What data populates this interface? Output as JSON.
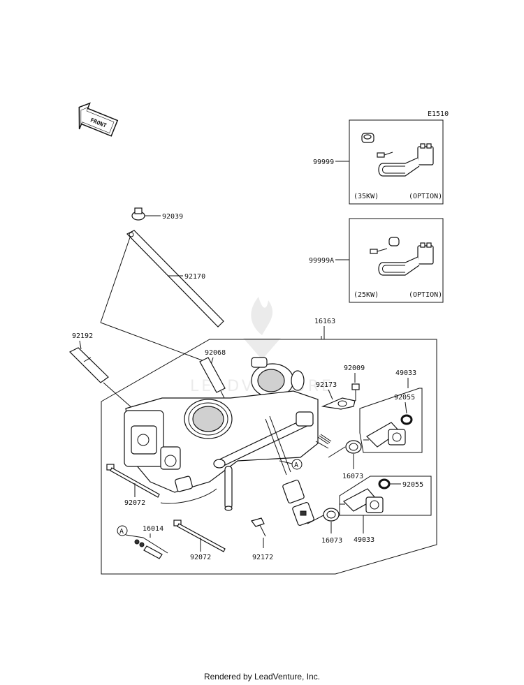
{
  "figure_code": "E1510",
  "front_label": "FRONT",
  "option_boxes": [
    {
      "part": "99999",
      "variant": "(35KW)",
      "note": "(OPTION)"
    },
    {
      "part": "99999A",
      "variant": "(25KW)",
      "note": "(OPTION)"
    }
  ],
  "callouts": {
    "c92039": "92039",
    "c92170": "92170",
    "c92192": "92192",
    "c92068": "92068",
    "c16163": "16163",
    "c92009": "92009",
    "c92173": "92173",
    "c49033_top": "49033",
    "c92055_top": "92055",
    "c16073_top": "16073",
    "c92055_bottom": "92055",
    "c16073_bottom": "16073",
    "c49033_bottom": "49033",
    "c92072_left": "92072",
    "c16014": "16014",
    "c92072_right": "92072",
    "c92172": "92172",
    "ref_a_body": "A",
    "ref_a_kit": "A"
  },
  "watermark": "LEADVENTURE",
  "footer": "Rendered by LeadVenture, Inc."
}
